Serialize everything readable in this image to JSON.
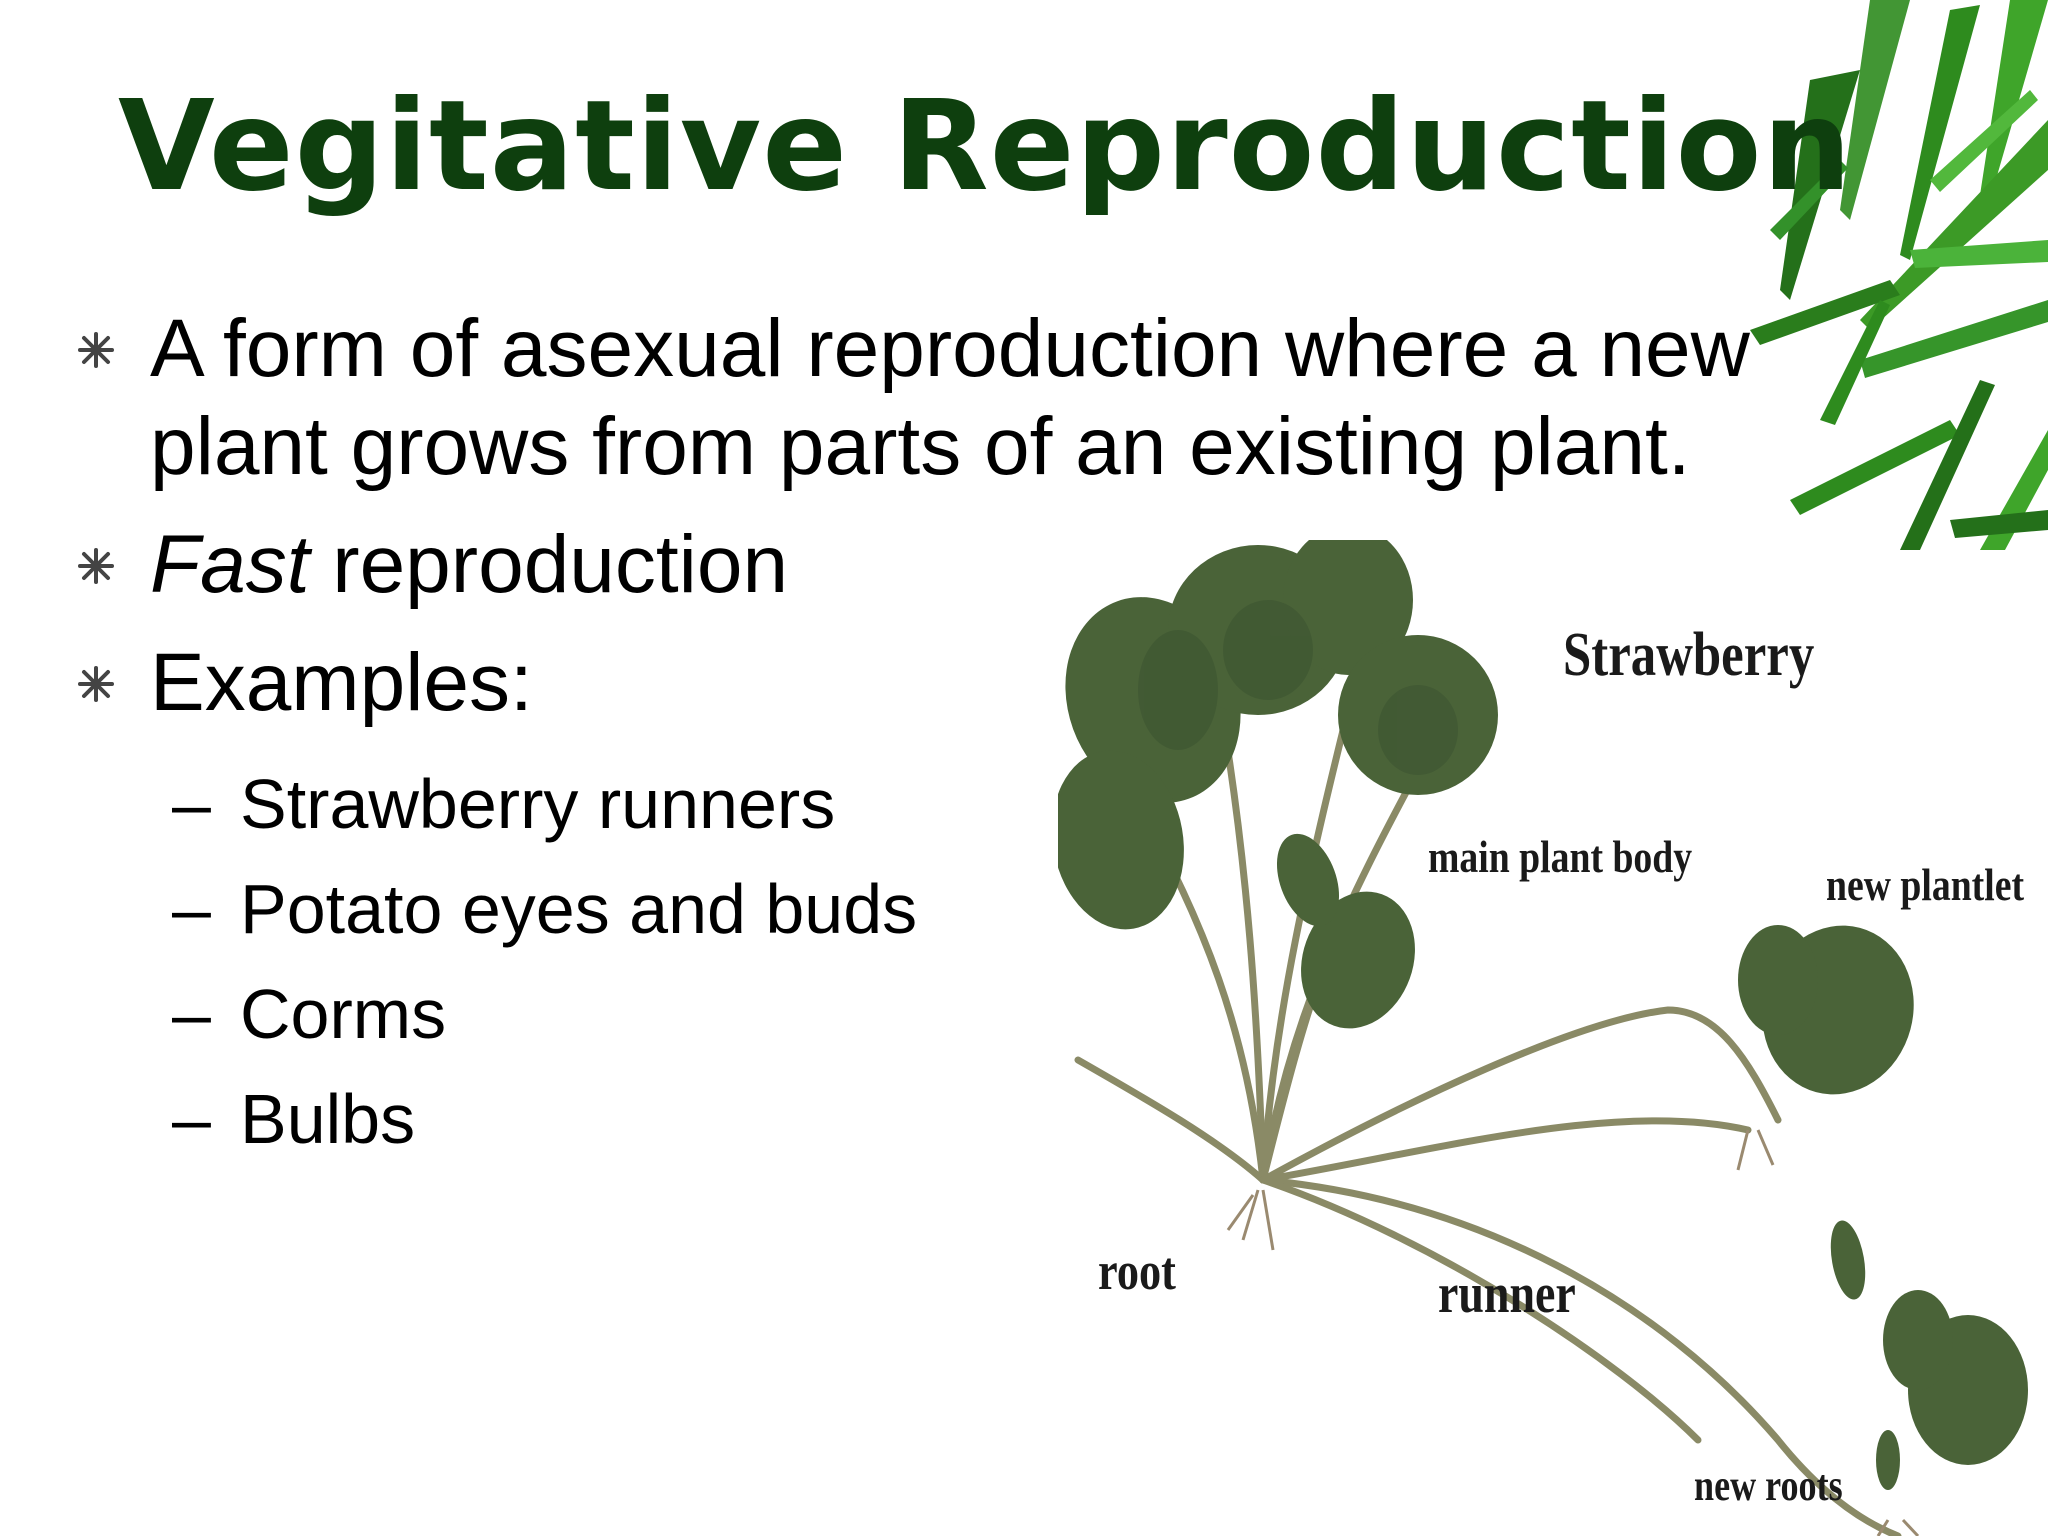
{
  "slide": {
    "title": "Vegitative Reproduction",
    "bullets": [
      {
        "text": "A form of asexual reproduction where a new plant grows from parts of an existing plant."
      },
      {
        "emphasis": "Fast",
        "text": " reproduction"
      },
      {
        "text": "Examples:"
      }
    ],
    "sub_dash": "–",
    "examples": [
      "Strawberry runners",
      "Potato eyes and buds",
      "Corms",
      "Bulbs"
    ]
  },
  "diagram": {
    "title": "Strawberry",
    "labels": {
      "main_plant_body": "main plant body",
      "new_plantlet": "new plantlet",
      "root": "root",
      "runner": "runner",
      "new_roots": "new roots"
    }
  },
  "colors": {
    "title": "#0e3f0e",
    "leaf": "#4a6338",
    "stem": "#8a8a66",
    "bamboo": "#2e8b1e"
  }
}
